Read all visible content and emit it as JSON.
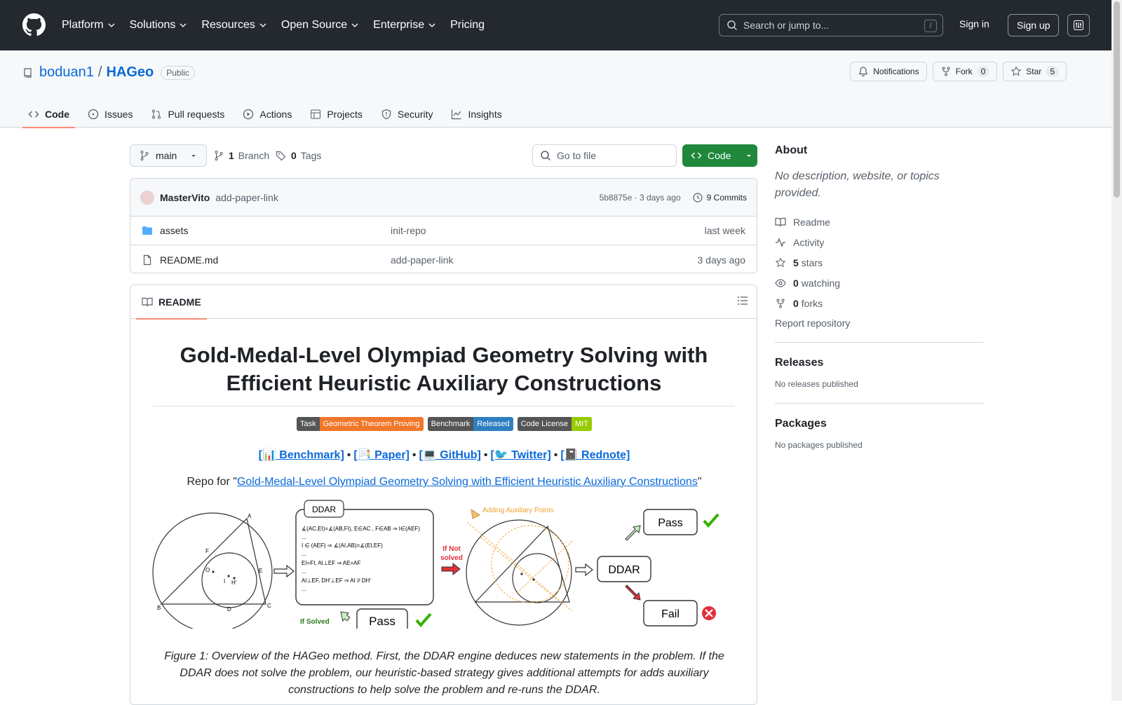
{
  "header": {
    "nav": [
      "Platform",
      "Solutions",
      "Resources",
      "Open Source",
      "Enterprise",
      "Pricing"
    ],
    "search_placeholder": "Search or jump to...",
    "search_key": "/",
    "signin": "Sign in",
    "signup": "Sign up"
  },
  "repo": {
    "owner": "boduan1",
    "separator": "/",
    "name": "HAGeo",
    "visibility": "Public",
    "notifications": "Notifications",
    "fork_label": "Fork",
    "fork_count": "0",
    "star_label": "Star",
    "star_count": "5"
  },
  "tabs": [
    "Code",
    "Issues",
    "Pull requests",
    "Actions",
    "Projects",
    "Security",
    "Insights"
  ],
  "toolbar": {
    "branch": "main",
    "branch_count": "1",
    "branch_label": "Branch",
    "tag_count": "0",
    "tag_label": "Tags",
    "goto_placeholder": "Go to file",
    "code_label": "Code"
  },
  "commit": {
    "author": "MasterVito",
    "message": "add-paper-link",
    "hash_time": "5b8875e · 3 days ago",
    "commits": "9 Commits"
  },
  "files": [
    {
      "name": "assets",
      "message": "init-repo",
      "date": "last week",
      "type": "folder"
    },
    {
      "name": "README.md",
      "message": "add-paper-link",
      "date": "3 days ago",
      "type": "file"
    }
  ],
  "readme": {
    "tab": "README",
    "title_line1": "Gold-Medal-Level Olympiad Geometry Solving with",
    "title_line2": "Efficient Heuristic Auxiliary Constructions",
    "badges": [
      {
        "label": "Task",
        "value": "Geometric Theorem Proving",
        "color": "#f0772a"
      },
      {
        "label": "Benchmark",
        "value": "Released",
        "color": "#2e7fc2"
      },
      {
        "label": "Code License",
        "value": "MIT",
        "color": "#97ca00"
      }
    ],
    "links": [
      "[📊 Benchmark]",
      "[📑 Paper]",
      "[💻 GitHub]",
      "[🐦 Twitter]",
      "[📓 Rednote]"
    ],
    "link_sep": "•",
    "repo_for_prefix": "Repo for \"",
    "repo_for_link": "Gold-Medal-Level Olympiad Geometry Solving with Efficient Heuristic Auxiliary Constructions",
    "repo_for_suffix": "\"",
    "figure": {
      "ddar": "DDAR",
      "lines": [
        "∡(AC,EI)=∡(AB,FI), E∈AC , F∈AB ⇒ I∈(AEF)",
        "...",
        "I ∈ (AEF) ⇒ ∡(AI,AB)=∡(EI,EF)",
        "...",
        "EI=FI, AI⊥EF ⇒ AE=AF",
        "...",
        "AI⊥EF, DH'⊥EF ⇒ AI // DH'",
        "..."
      ],
      "if_not": "If Not",
      "solved": "solved",
      "if_solved": "If Solved",
      "pass": "Pass",
      "fail": "Fail",
      "adding": "Adding Auxiliary Points",
      "points": [
        "A",
        "B",
        "C",
        "D",
        "E",
        "F",
        "O",
        "I",
        "H'"
      ]
    },
    "caption": "Figure 1: Overview of the HAGeo method. First, the DDAR engine deduces new statements in the problem. If the DDAR does not solve the problem, our heuristic-based strategy gives additional attempts for adds auxiliary constructions to help solve the problem and re-runs the DDAR."
  },
  "sidebar": {
    "about": "About",
    "description": "No description, website, or topics provided.",
    "readme": "Readme",
    "activity": "Activity",
    "stars_count": "5",
    "stars_label": "stars",
    "watching_count": "0",
    "watching_label": "watching",
    "forks_count": "0",
    "forks_label": "forks",
    "report": "Report repository",
    "releases": "Releases",
    "releases_note": "No releases published",
    "packages": "Packages",
    "packages_note": "No packages published"
  },
  "colors": {
    "header_bg": "#24292f",
    "link": "#0969da",
    "green": "#1f883d",
    "tab_underline": "#fd8c73"
  }
}
